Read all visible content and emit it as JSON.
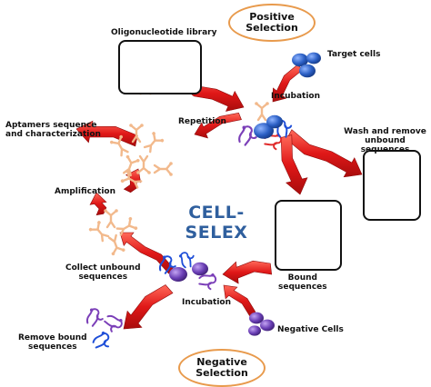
{
  "title": "CELL-SELEX",
  "positive_selection": "Positive\nSelection",
  "negative_selection": "Negative\nSelection",
  "labels": {
    "library": "Oligonucleotide library",
    "target_cells": "Target cells",
    "incubation_top": "Incubation",
    "wash": "Wash and remove\nunbound sequences",
    "repetition": "Repetition",
    "aptamers": "Aptamers sequence\nand characterization",
    "amplification": "Amplification",
    "bound": "Bound\nsequences",
    "collect": "Collect unbound\nsequences",
    "incubation_bottom": "Incubation",
    "negative_cells": "Negative Cells",
    "remove": "Remove bound\nsequences"
  },
  "colors": {
    "arrow": "#e02020",
    "cell": "#2b5fc4",
    "negative_cell": "#6a3fb5",
    "oval_border": "#e89a4c",
    "title": "#2f5f9e",
    "strand_red": "#e02a2a",
    "strand_blue": "#1f4fd8",
    "strand_green": "#2eaa2e",
    "strand_purple": "#7b3fb8",
    "strand_peach": "#f2b98c"
  }
}
